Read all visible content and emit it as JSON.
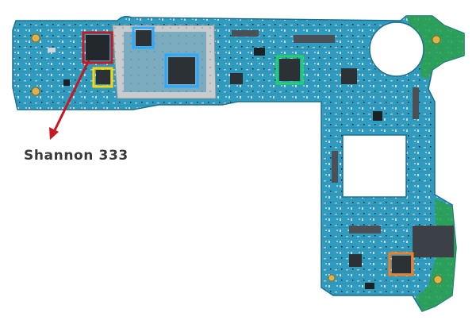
{
  "annotation": {
    "label": "Shannon 333",
    "arrow_color": "#c8171e"
  },
  "board": {
    "pcb_color": "#2e9bbf",
    "pcb_dark": "#1f7ea3",
    "ground_edge_color": "#2aa14a",
    "chip_color": "#2c3136",
    "shield_color": "#c9ccce"
  },
  "highlights": [
    {
      "name": "red-highlight",
      "color": "#d0141c"
    },
    {
      "name": "yellow-highlight",
      "color": "#ffd400"
    },
    {
      "name": "light-blue-highlight-small",
      "color": "#29a9ff"
    },
    {
      "name": "light-blue-highlight-large",
      "color": "#29a9ff"
    },
    {
      "name": "green-highlight",
      "color": "#1ed760"
    },
    {
      "name": "orange-highlight",
      "color": "#ff7a1a"
    }
  ]
}
